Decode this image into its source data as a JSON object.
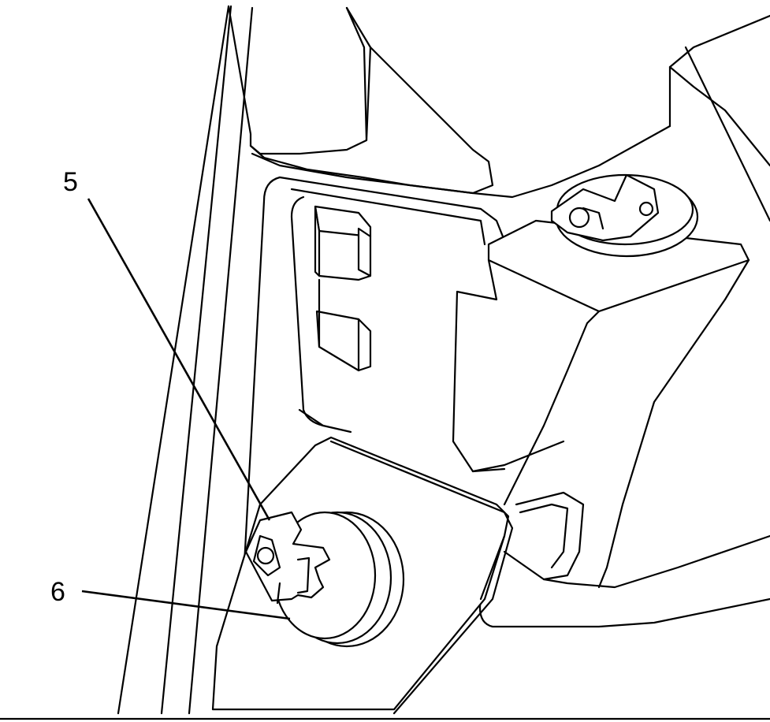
{
  "callouts": [
    {
      "id": "5",
      "label": "5"
    },
    {
      "id": "6",
      "label": "6"
    }
  ],
  "colors": {
    "line": "#000000",
    "background": "#ffffff"
  }
}
